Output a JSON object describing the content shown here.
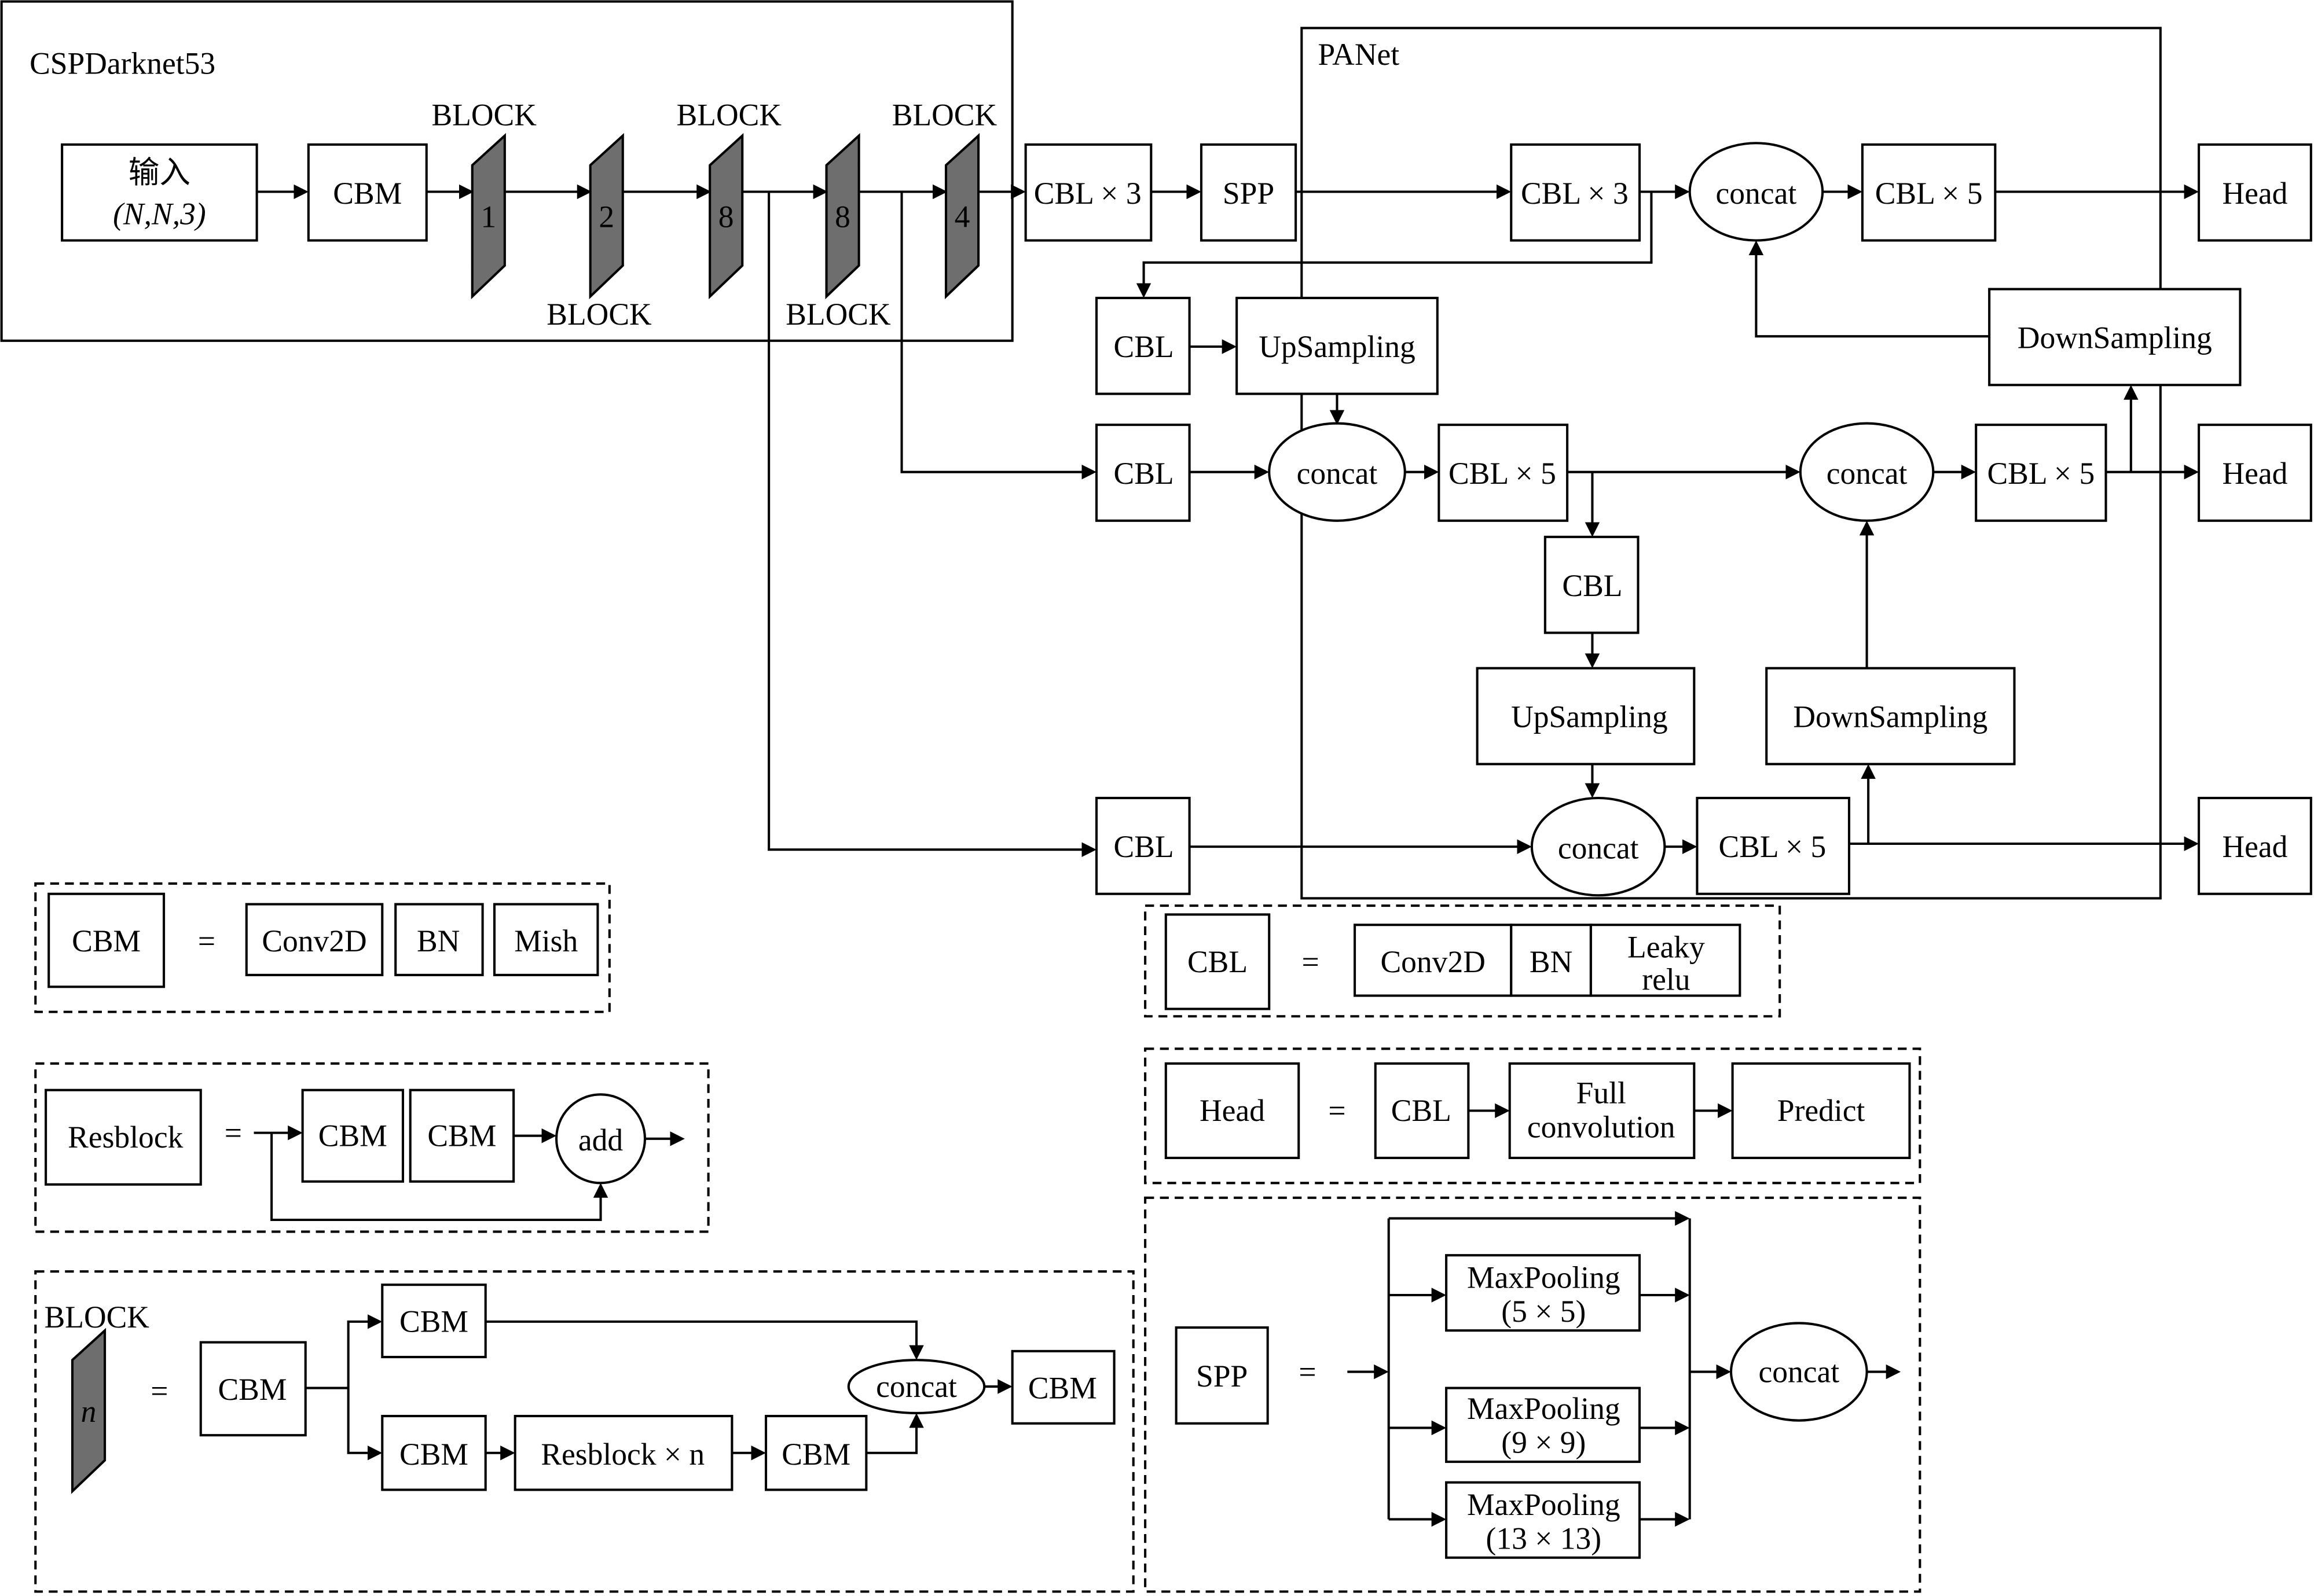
{
  "backbone": {
    "title": "CSPDarknet53",
    "input_label": "输入",
    "input_shape": "(N,N,3)",
    "cbm": "CBM",
    "block_word": "BLOCK",
    "block_counts": [
      "1",
      "2",
      "8",
      "8",
      "4"
    ]
  },
  "neck": {
    "title": "PANet",
    "cbl3": "CBL × 3",
    "spp": "SPP",
    "cbl": "CBL",
    "cbl5": "CBL × 5",
    "concat": "concat",
    "upsampling": "UpSampling",
    "downsampling": "DownSampling",
    "head": "Head"
  },
  "legend": {
    "cbm_def": {
      "name": "CBM",
      "eq": "=",
      "parts": [
        "Conv2D",
        "BN",
        "Mish"
      ]
    },
    "cbl_def": {
      "name": "CBL",
      "eq": "=",
      "parts": [
        "Conv2D",
        "BN",
        "Leaky",
        "relu"
      ]
    },
    "resblock_def": {
      "name": "Resblock",
      "eq": "=",
      "parts": [
        "CBM",
        "CBM"
      ],
      "add": "add"
    },
    "head_def": {
      "name": "Head",
      "eq": "=",
      "cbl": "CBL",
      "full_conv_1": "Full",
      "full_conv_2": "convolution",
      "predict": "Predict"
    },
    "block_def": {
      "name": "BLOCK",
      "symbol": "n",
      "eq": "=",
      "cbm": "CBM",
      "resblock": "Resblock × n",
      "concat": "concat"
    },
    "spp_def": {
      "name": "SPP",
      "eq": "=",
      "maxpool": "MaxPooling",
      "k5": "(5 × 5)",
      "k9": "(9 × 9)",
      "k13": "(13 × 13)",
      "concat": "concat"
    }
  }
}
